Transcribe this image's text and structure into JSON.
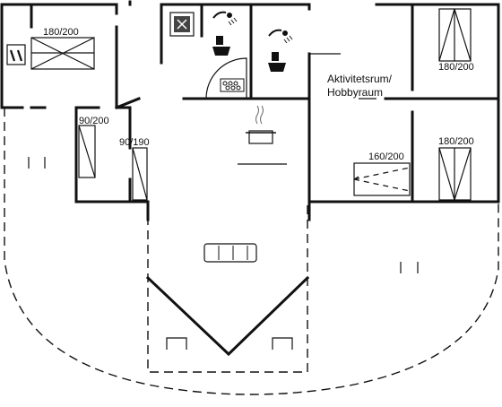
{
  "plan": {
    "rooms": {
      "activity_room": "Aktivitetsrum/",
      "hobby_room": "Hobbyraum"
    },
    "beds": {
      "top_left": "180/200",
      "top_right": "180/200",
      "mid_left_single": "90/200",
      "mid_single": "90/190",
      "right_bed": "180/200",
      "right_double": "160/200"
    },
    "icons": [
      "shower-icon",
      "toilet-icon",
      "sauna-icon",
      "sink-icon",
      "stove-icon",
      "sofa-icon",
      "washer-icon",
      "whirlpool-icon"
    ]
  }
}
